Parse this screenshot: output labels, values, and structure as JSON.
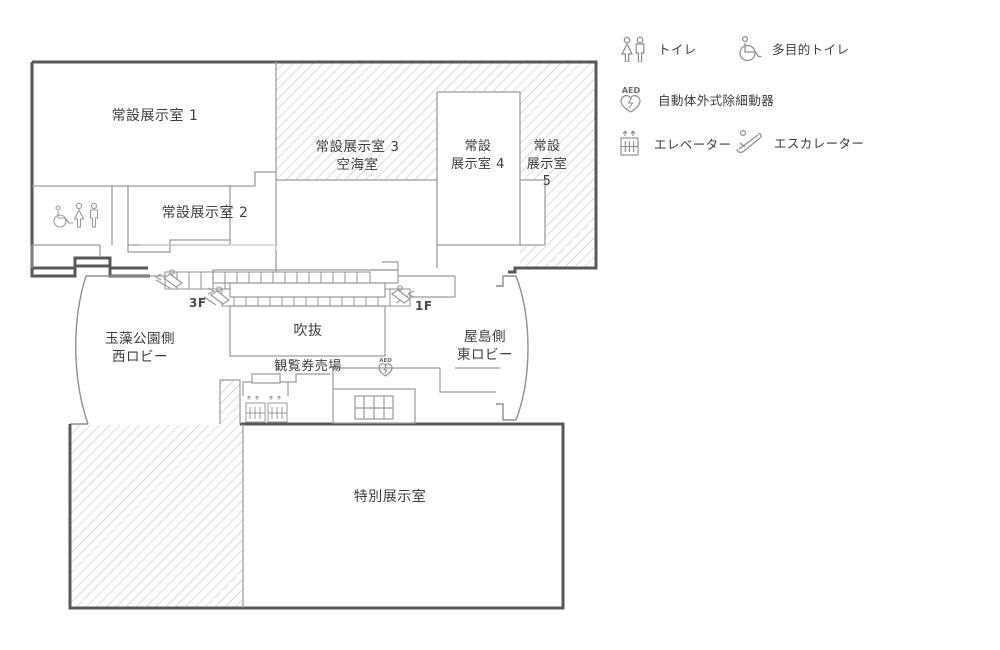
{
  "floorplan": {
    "rooms": {
      "room1": "常設展示室 1",
      "room2": "常設展示室 2",
      "room3": "常設展示室 3\n空海室",
      "room4": "常設\n展示室 4",
      "room5": "常設\n展示室\n5",
      "atrium": "吹抜",
      "ticket_office": "観覧券売場",
      "west_lobby": "玉藻公園側\n西ロビー",
      "east_lobby": "屋島側\n東ロビー",
      "special_exhibition": "特別展示室"
    },
    "escalator_labels": {
      "to_3f": "3F",
      "to_1f": "1F"
    },
    "colors": {
      "outer_wall": "#585858",
      "inner_wall": "#9a9a9a",
      "hatch_line": "#b5b5b5",
      "text": "#3d3d3d",
      "background": "#ffffff"
    }
  },
  "legend": {
    "items": [
      {
        "icon": "toilet-icon",
        "label": "トイレ"
      },
      {
        "icon": "accessible-toilet-icon",
        "label": "多目的トイレ"
      },
      {
        "icon": "aed-icon",
        "label": "自動体外式除細動器"
      },
      {
        "icon": "elevator-icon",
        "label": "エレベーター"
      },
      {
        "icon": "escalator-icon",
        "label": "エスカレーター"
      }
    ],
    "aed_text": "AED"
  }
}
